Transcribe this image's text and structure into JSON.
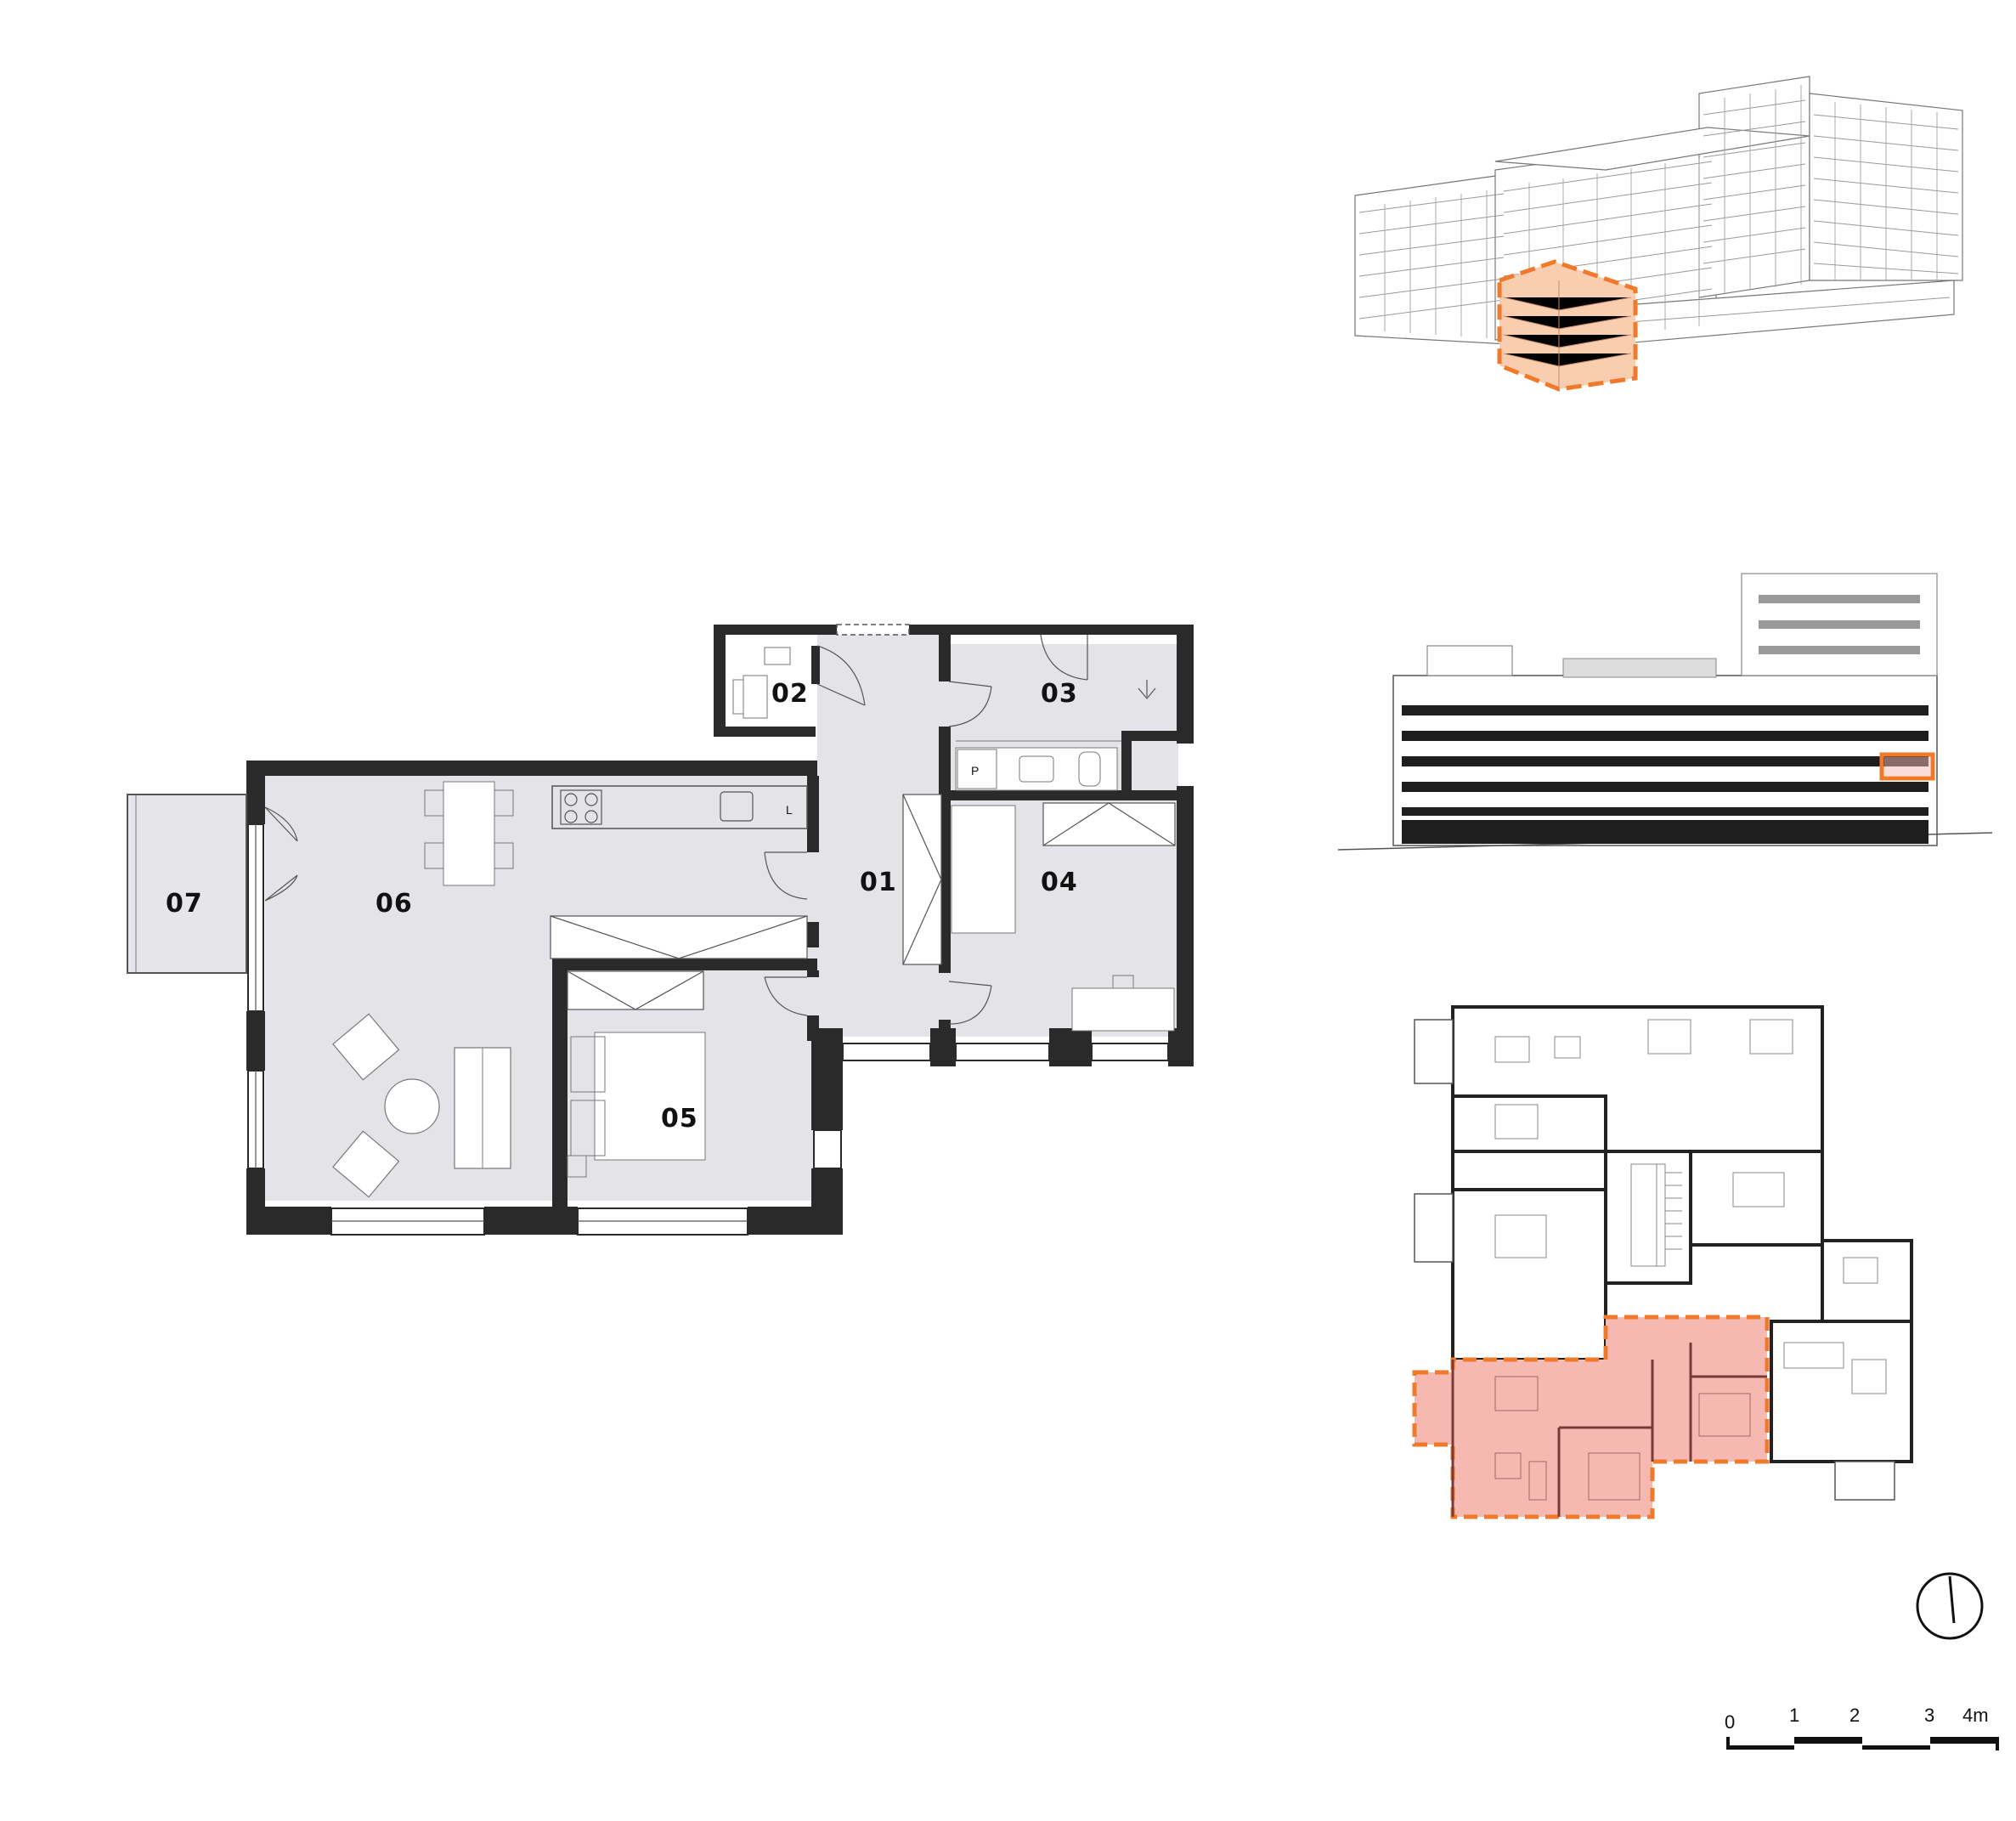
{
  "rooms": [
    {
      "id": "01",
      "label": "01"
    },
    {
      "id": "02",
      "label": "02"
    },
    {
      "id": "03",
      "label": "03"
    },
    {
      "id": "04",
      "label": "04"
    },
    {
      "id": "05",
      "label": "05"
    },
    {
      "id": "06",
      "label": "06"
    },
    {
      "id": "07",
      "label": "07"
    }
  ],
  "fixtures": {
    "toilet_mark": "P",
    "kitchen_mark": "L"
  },
  "scale_bar": {
    "labels": [
      "0",
      "1",
      "2",
      "3",
      "4m"
    ]
  },
  "colors": {
    "floor": "#e4e4e8",
    "wall": "#2a2a2a",
    "highlight_fill": "#f6b9b2",
    "highlight_stroke": "#f07a2a",
    "building_highlight": "#f9cdb0"
  }
}
